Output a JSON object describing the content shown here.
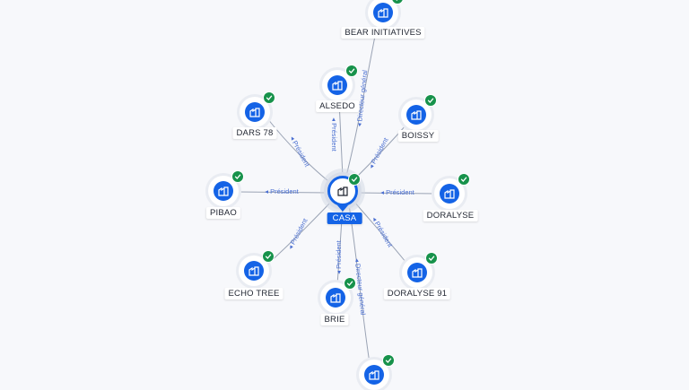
{
  "center": {
    "name": "CASA"
  },
  "nodes": [
    {
      "id": "bear",
      "name": "BEAR INITIATIVES",
      "relation": "Directeur général"
    },
    {
      "id": "alsedo",
      "name": "ALSEDO",
      "relation": "Président"
    },
    {
      "id": "dars78",
      "name": "DARS 78",
      "relation": "Président"
    },
    {
      "id": "boissy",
      "name": "BOISSY",
      "relation": "Président"
    },
    {
      "id": "pibao",
      "name": "PIBAO",
      "relation": "Président"
    },
    {
      "id": "doralyse",
      "name": "DORALYSE",
      "relation": "Président"
    },
    {
      "id": "echotree",
      "name": "ECHO TREE",
      "relation": "Président"
    },
    {
      "id": "doralyse91",
      "name": "DORALYSE 91",
      "relation": "Président"
    },
    {
      "id": "brie",
      "name": "BRIE",
      "relation": "Président"
    },
    {
      "id": "bottom",
      "name": "",
      "relation": "Directeur général"
    }
  ],
  "colors": {
    "accent": "#1463e6",
    "check": "#17924b",
    "edge": "#9aa3b4",
    "edge_label": "#4a6fd1"
  },
  "icons": {
    "node": "building-icon",
    "status": "check-icon"
  }
}
